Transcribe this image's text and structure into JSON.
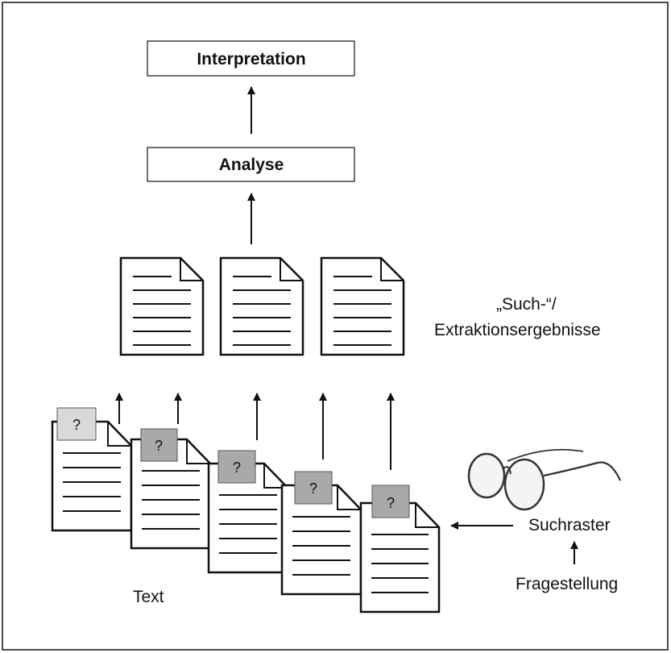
{
  "diagram": {
    "top_box": {
      "label": "Interpretation"
    },
    "mid_box": {
      "label": "Analyse"
    },
    "results_label": {
      "line1": "„Such-“/",
      "line2": "Extraktionsergebnisse"
    },
    "text_label": "Text",
    "grid_label": "Suchraster",
    "question_label": "Fragestellung",
    "question_mark": "?",
    "result_document_count": 3,
    "text_document_count": 5
  },
  "colors": {
    "stroke": "#111111",
    "tag_light": "#d9d9d9",
    "tag_dark": "#a9a9a9"
  },
  "icons": {
    "reading_aid": "glasses-icon"
  }
}
